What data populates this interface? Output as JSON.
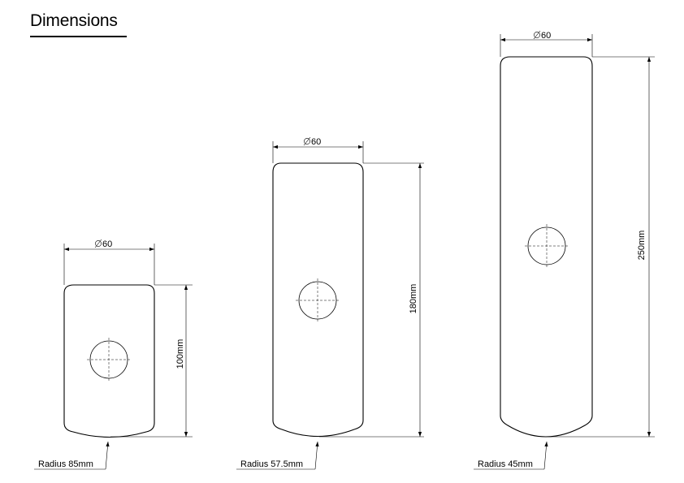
{
  "page": {
    "title": "Dimensions"
  },
  "parts": [
    {
      "width_label": "60",
      "height_label": "100mm",
      "radius_label": "Radius 85mm"
    },
    {
      "width_label": "60",
      "height_label": "180mm",
      "radius_label": "Radius 57.5mm"
    },
    {
      "width_label": "60",
      "height_label": "250mm",
      "radius_label": "Radius 45mm"
    }
  ]
}
